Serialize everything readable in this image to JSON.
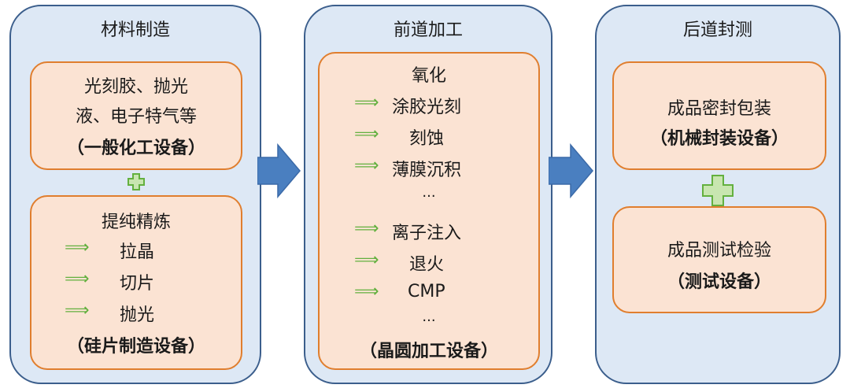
{
  "stages": [
    {
      "title": "材料制造",
      "box1": {
        "lines": [
          "光刻胶、抛光",
          "液、电子特气等",
          "（一般化工设备）"
        ]
      },
      "box2": {
        "heading": "提纯精炼",
        "steps": [
          "拉晶",
          "切片",
          "抛光"
        ],
        "footer": "（硅片制造设备）"
      }
    },
    {
      "title": "前道加工",
      "box": {
        "heading": "氧化",
        "steps": [
          "涂胶光刻",
          "刻蚀",
          "薄膜沉积",
          "...",
          "离子注入",
          "退火",
          "CMP",
          "..."
        ],
        "footer": "（晶圆加工设备）"
      }
    },
    {
      "title": "后道封测",
      "box1": {
        "lines": [
          "成品密封包装",
          "（机械封装设备）"
        ]
      },
      "box2": {
        "lines": [
          "成品测试检验",
          "（测试设备）"
        ]
      }
    }
  ],
  "arrow_symbol": "⟹",
  "colors": {
    "stage_fill": "#dde8f5",
    "stage_border": "#3b5e8c",
    "box_fill": "#fbe3d3",
    "box_border": "#e07e2e",
    "plus_fill": "#c8e6b0",
    "plus_border": "#63b03f",
    "big_arrow": "#4a7fc0"
  }
}
